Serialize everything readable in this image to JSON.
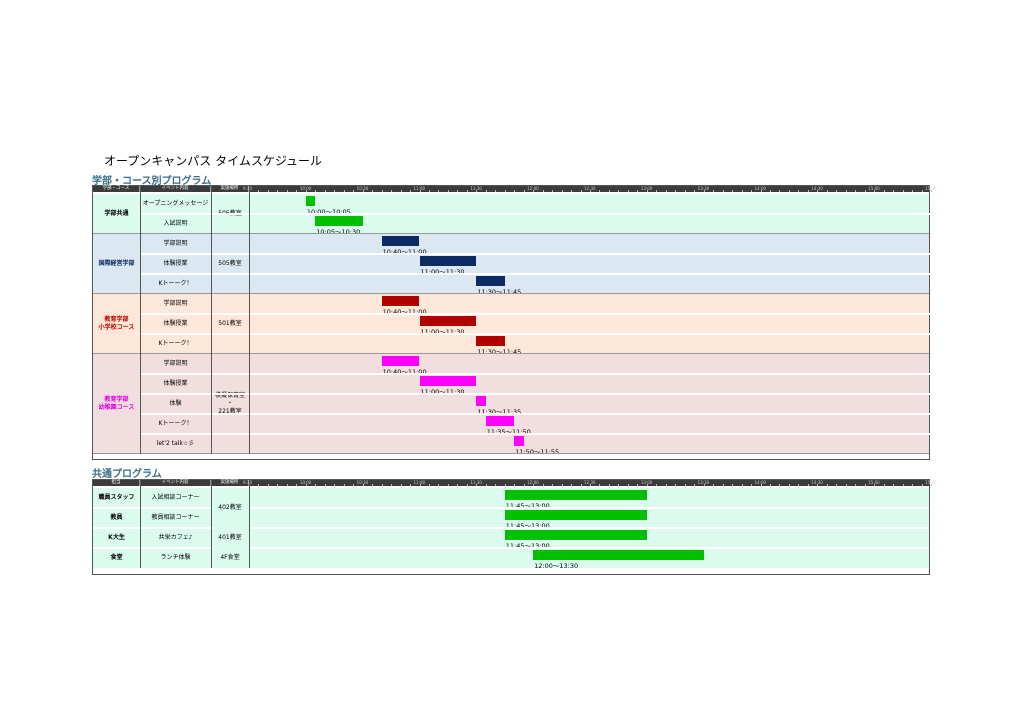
{
  "page_title": "オープンキャンパス タイムスケジュール",
  "colors": {
    "green": "#00c000",
    "navy": "#0d2b62",
    "darkred": "#b00000",
    "magenta": "#ff00ff",
    "band_mint": "#dcfbef",
    "band_blue": "#dbe8f1",
    "band_peach": "#fde7d8",
    "band_pink": "#f2dede"
  },
  "timeline": {
    "start": "9:30",
    "end": "15:30",
    "ticks": [
      "9:30",
      "10:00",
      "10:30",
      "11:00",
      "11:30",
      "12:00",
      "12:30",
      "13:00",
      "13:30",
      "14:00",
      "14:30",
      "15:00",
      "15:30"
    ]
  },
  "section1": {
    "title": "学部・コース別プログラム",
    "headers": [
      "学部・コース",
      "イベント内容",
      "実施場所"
    ],
    "groups": [
      {
        "name": "学部共通",
        "color": "#000000",
        "band": "band_mint",
        "place": "505教室",
        "rows": [
          {
            "event": "オープニングメッセージ",
            "start": "10:00",
            "end": "10:05",
            "label": "10:00～10:05",
            "color": "green"
          },
          {
            "event": "入試説明",
            "start": "10:05",
            "end": "10:30",
            "label": "10:05～10:30",
            "color": "green"
          }
        ]
      },
      {
        "name": "国際経営学部",
        "color": "#0d2b62",
        "band": "band_blue",
        "place": "505教室",
        "rows": [
          {
            "event": "学部説明",
            "start": "10:40",
            "end": "11:00",
            "label": "10:40～11:00",
            "color": "navy"
          },
          {
            "event": "体験授業",
            "start": "11:00",
            "end": "11:30",
            "label": "11:00～11:30",
            "color": "navy"
          },
          {
            "event": "Kトーーク！",
            "start": "11:30",
            "end": "11:45",
            "label": "11:30～11:45",
            "color": "navy"
          }
        ]
      },
      {
        "name": "教育学部\n小学校コース",
        "color": "#c00000",
        "band": "band_peach",
        "place": "501教室",
        "rows": [
          {
            "event": "学部説明",
            "start": "10:40",
            "end": "11:00",
            "label": "10:40～11:00",
            "color": "darkred"
          },
          {
            "event": "体験授業",
            "start": "11:00",
            "end": "11:30",
            "label": "11:00～11:30",
            "color": "darkred"
          },
          {
            "event": "Kトーーク！",
            "start": "11:30",
            "end": "11:45",
            "label": "11:30～11:45",
            "color": "darkred"
          }
        ]
      },
      {
        "name": "教育学部\n幼稚園コース",
        "color": "#e000e0",
        "band": "band_pink",
        "place": "模擬保育室\n・\n221教室",
        "rows": [
          {
            "event": "学部説明",
            "start": "10:40",
            "end": "11:00",
            "label": "10:40～11:00",
            "color": "magenta"
          },
          {
            "event": "体験授業",
            "start": "11:00",
            "end": "11:30",
            "label": "11:00～11:30",
            "color": "magenta"
          },
          {
            "event": "体験",
            "start": "11:30",
            "end": "11:35",
            "label": "11:30～11:35",
            "color": "magenta"
          },
          {
            "event": "Kトーーク！",
            "start": "11:35",
            "end": "11:50",
            "label": "11:35～11:50",
            "color": "magenta"
          },
          {
            "event": "let'2 talk☆彡",
            "start": "11:50",
            "end": "11:55",
            "label": "11:50～11:55",
            "color": "magenta"
          }
        ]
      }
    ]
  },
  "section2": {
    "title": "共通プログラム",
    "headers": [
      "担当",
      "イベント内容",
      "実施場所"
    ],
    "rows": [
      {
        "owner": "職員スタッフ",
        "event": "入試相談コーナー",
        "start": "11:45",
        "end": "13:00",
        "label": "11:45～13:00",
        "color": "green"
      },
      {
        "owner": "教員",
        "event": "教員相談コーナー",
        "start": "11:45",
        "end": "13:00",
        "label": "11:45～13:00",
        "color": "green"
      },
      {
        "owner": "K大生",
        "event": "共栄カフェ♪",
        "start": "11:45",
        "end": "13:00",
        "label": "11:45～13:00",
        "color": "green"
      },
      {
        "owner": "食堂",
        "event": "ランチ体験",
        "start": "12:00",
        "end": "13:30",
        "label": "12:00～13:30",
        "color": "green"
      }
    ],
    "places": [
      {
        "text": "402教室",
        "rows": [
          0,
          1
        ]
      },
      {
        "text": "401教室",
        "rows": [
          2
        ]
      },
      {
        "text": "4F食堂",
        "rows": [
          3
        ]
      }
    ]
  }
}
